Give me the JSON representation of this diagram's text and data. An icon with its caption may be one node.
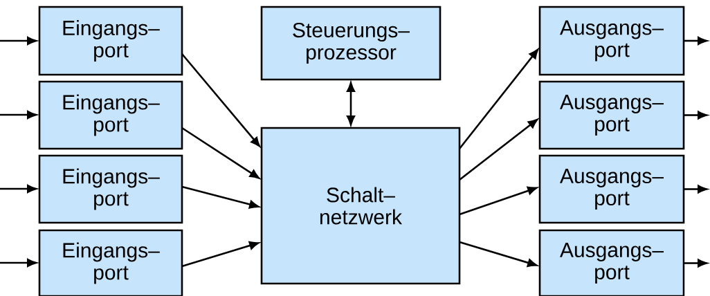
{
  "diagram": {
    "nodes": [
      {
        "text": [
          "Eingangs– port"
        ]
      },
      {
        "text": [
          "Eingangs– port"
        ]
      },
      {
        "text": [
          "Eingangs– port"
        ]
      },
      {
        "text": [
          "Eingangs– port"
        ]
      },
      {
        "text": [
          "Steuerungs– prozessor"
        ]
      },
      {
        "text": [
          "Schalt– netzwerk"
        ]
      },
      {
        "text": [
          "Ausgangs– port"
        ]
      },
      {
        "text": [
          "Ausgangs– port"
        ]
      },
      {
        "text": [
          "Ausgangs– port"
        ]
      },
      {
        "text": [
          "Ausgangs– port"
        ]
      }
    ],
    "edges": [
      {
        "from": null,
        "to": 0,
        "arrow": "to"
      },
      {
        "from": null,
        "to": 1,
        "arrow": "to"
      },
      {
        "from": null,
        "to": 2,
        "arrow": "to"
      },
      {
        "from": null,
        "to": 3,
        "arrow": "to"
      },
      {
        "from": 0,
        "to": 5,
        "arrow": "to"
      },
      {
        "from": 1,
        "to": 5,
        "arrow": "to"
      },
      {
        "from": 2,
        "to": 5,
        "arrow": "to"
      },
      {
        "from": 3,
        "to": 5,
        "arrow": "to"
      },
      {
        "from": 4,
        "to": 5,
        "arrow": "both"
      },
      {
        "from": 5,
        "to": 6,
        "arrow": "to"
      },
      {
        "from": 5,
        "to": 7,
        "arrow": "to"
      },
      {
        "from": 5,
        "to": 8,
        "arrow": "to"
      },
      {
        "from": 5,
        "to": 9,
        "arrow": "to"
      },
      {
        "from": 6,
        "to": null,
        "arrow": "to"
      },
      {
        "from": 7,
        "to": null,
        "arrow": "to"
      },
      {
        "from": 8,
        "to": null,
        "arrow": "to"
      },
      {
        "from": 9,
        "to": null,
        "arrow": "to"
      }
    ]
  }
}
